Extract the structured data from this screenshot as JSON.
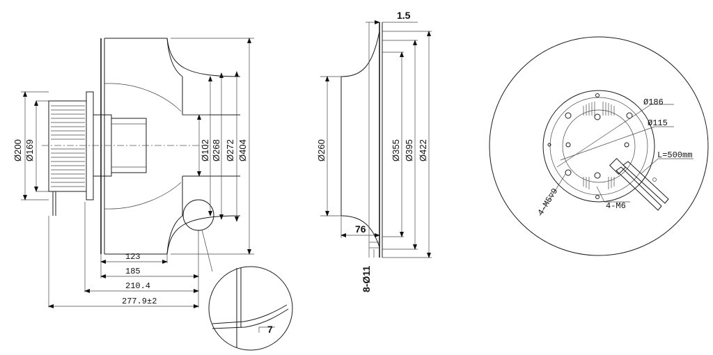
{
  "side_view": {
    "diameters": [
      "Ø200",
      "Ø169",
      "Ø102",
      "Ø268",
      "Ø272",
      "Ø404"
    ],
    "lengths": [
      "123",
      "185",
      "210.4",
      "277.9±2"
    ]
  },
  "inlet_view": {
    "flange_thickness": "1.5",
    "diameters": [
      "Ø260",
      "Ø355",
      "Ø395",
      "Ø422"
    ],
    "depth": "76",
    "holes": "8-Ø11"
  },
  "detail_view": {
    "gap": "7"
  },
  "front_view": {
    "diameters": [
      "Ø186",
      "Ø115"
    ],
    "cable_length": "L=500mm",
    "threads": [
      "4-M5▽9",
      "4-M6"
    ]
  }
}
